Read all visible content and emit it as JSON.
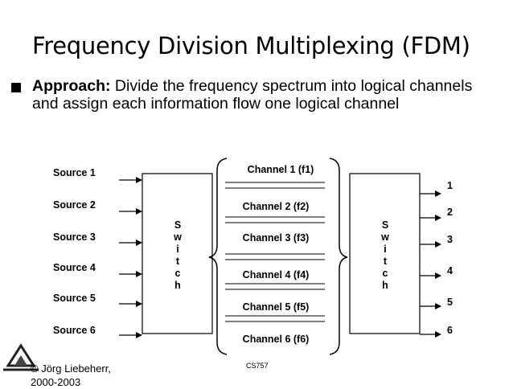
{
  "slide": {
    "title": "Frequency Division Multiplexing (FDM)",
    "bullet_bold": "Approach:",
    "bullet_text": " Divide the frequency spectrum into logical channels and assign each information flow one logical channel"
  },
  "sources": [
    "Source 1",
    "Source 2",
    "Source 3",
    "Source 4",
    "Source 5",
    "Source 6"
  ],
  "switch_letters": [
    "S",
    "w",
    "i",
    "t",
    "c",
    "h"
  ],
  "channels": [
    "Channel 1 (f1)",
    "Channel 2 (f2)",
    "Channel 3 (f3)",
    "Channel 4 (f4)",
    "Channel 5 (f5)",
    "Channel 6 (f6)"
  ],
  "outputs": [
    "1",
    "2",
    "3",
    "4",
    "5",
    "6"
  ],
  "footer": {
    "author_line1": "© Jörg Liebeherr,",
    "author_line2": "2000-2003",
    "course": "CS757"
  }
}
